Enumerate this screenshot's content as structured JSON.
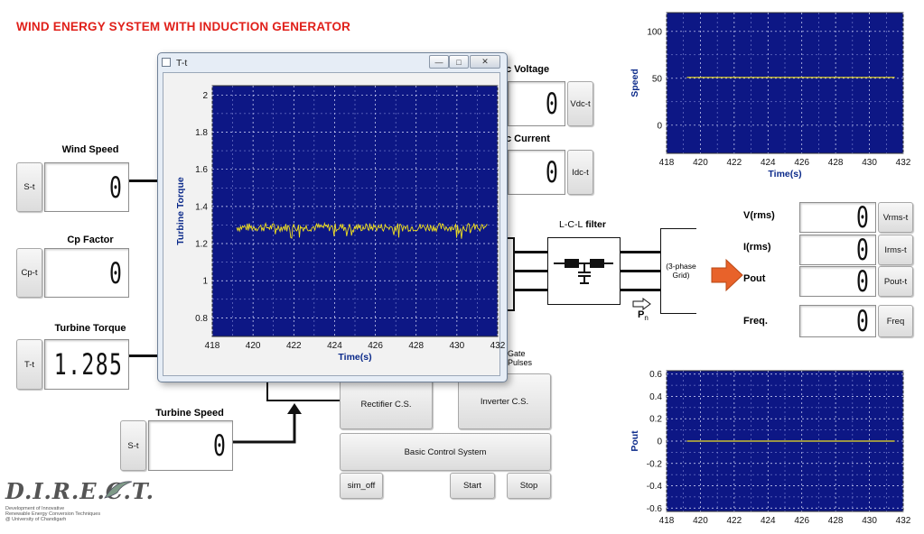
{
  "app": {
    "title": "WIND ENERGY SYSTEM WITH INDUCTION GENERATOR"
  },
  "left_panel": {
    "wind_speed": {
      "label": "Wind Speed",
      "button": "S-t",
      "value": "0"
    },
    "cp_factor": {
      "label": "Cp Factor",
      "button": "Cp-t",
      "value": "0"
    },
    "turbine_torque": {
      "label": "Turbine Torque",
      "button": "T-t",
      "value": "1.285"
    },
    "turbine_speed": {
      "label": "Turbine Speed",
      "button": "S-t",
      "value": "0"
    }
  },
  "dc_panel": {
    "dc_voltage": {
      "label": "c Voltage",
      "button": "Vdc-t",
      "value": "0"
    },
    "dc_current": {
      "label": "c Current",
      "button": "Idc-t",
      "value": "0"
    }
  },
  "filter": {
    "label_prefix": "L-C-L",
    "label_suffix": " filter",
    "grid_label": "(3-phase Grid)",
    "pn_label": "Pn",
    "pn_sub": "n",
    "pn_main": "P"
  },
  "gate_pulses": {
    "line1": "Gate",
    "line2": "Pulses"
  },
  "right_panel": {
    "vrms": {
      "label": "V(rms)",
      "button": "Vrms-t",
      "value": "0"
    },
    "irms": {
      "label": "I(rms)",
      "button": "Irms-t",
      "value": "0"
    },
    "pout": {
      "label": "Pout",
      "button": "Pout-t",
      "value": "0"
    },
    "freq": {
      "label": "Freq.",
      "button": "Freq",
      "value": "0"
    }
  },
  "controls": {
    "rectifier": "Rectifier C.S.",
    "inverter": "Inverter C.S.",
    "basic_control": "Basic Control System",
    "sim_off": "sim_off",
    "start": "Start",
    "stop": "Stop"
  },
  "popup_window": {
    "title": "T-t",
    "min": "—",
    "max": "□",
    "close": "✕"
  },
  "logo": {
    "text": "D.I.R.E.C.T.",
    "line1": "Development of Innovative",
    "line2": "Renewable Energy Conversion Techniques",
    "line3": "@ University of Chandigarh"
  },
  "colors": {
    "plot_bg": "#0d1785",
    "trace": "#f0e020",
    "title": "#e0201a",
    "arrow": "#e8622a"
  },
  "chart_data": [
    {
      "id": "speed",
      "type": "line",
      "title": "",
      "xlabel": "Time(s)",
      "ylabel": "Speed",
      "xlim": [
        418,
        432
      ],
      "ylim": [
        -30,
        120
      ],
      "xticks": [
        418,
        420,
        422,
        424,
        426,
        428,
        430,
        432
      ],
      "yticks": [
        0,
        50,
        100
      ],
      "series": [
        {
          "x": [
            419.2,
            431.5
          ],
          "y": [
            51,
            51
          ]
        }
      ]
    },
    {
      "id": "pout",
      "type": "line",
      "title": "",
      "xlabel": "",
      "ylabel": "Pout",
      "xlim": [
        418,
        432
      ],
      "ylim": [
        -0.63,
        0.63
      ],
      "xticks": [
        418,
        420,
        422,
        424,
        426,
        428,
        430,
        432
      ],
      "yticks": [
        -0.6,
        -0.4,
        -0.2,
        0,
        0.2,
        0.4,
        0.6
      ],
      "series": [
        {
          "x": [
            419.2,
            431.5
          ],
          "y": [
            0,
            0
          ]
        }
      ]
    },
    {
      "id": "torque",
      "type": "line",
      "title": "",
      "xlabel": "Time(s)",
      "ylabel": "Turbine Torque",
      "xlim": [
        418,
        432
      ],
      "ylim": [
        0.7,
        2.05
      ],
      "xticks": [
        418,
        420,
        422,
        424,
        426,
        428,
        430,
        432
      ],
      "yticks": [
        0.8,
        1,
        1.2,
        1.4,
        1.6,
        1.8,
        2
      ],
      "series": [
        {
          "mean": 1.29,
          "x": [
            419.2,
            431.5
          ],
          "y": [
            1.31,
            1.3
          ]
        }
      ]
    }
  ]
}
